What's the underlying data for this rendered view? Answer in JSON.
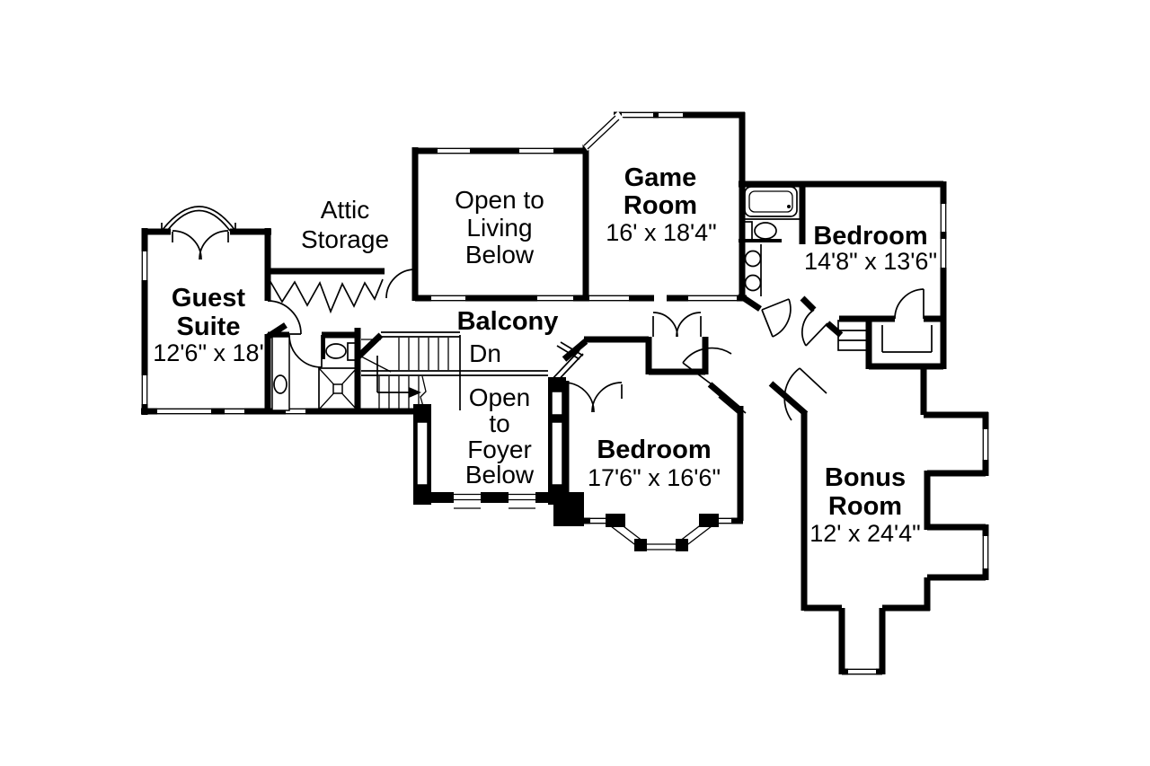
{
  "colors": {
    "wall": "#000000",
    "background": "#ffffff",
    "text": "#000000"
  },
  "plan": {
    "attic_storage": {
      "line1": "Attic",
      "line2": "Storage"
    },
    "open_to_living": {
      "line1": "Open to",
      "line2": "Living",
      "line3": "Below"
    },
    "game_room": {
      "name1": "Game",
      "name2": "Room",
      "dims": "16' x 18'4\""
    },
    "bedroom_upper": {
      "name": "Bedroom",
      "dims": "14'8\" x 13'6\""
    },
    "guest_suite": {
      "name1": "Guest",
      "name2": "Suite",
      "dims": "12'6\" x 18'"
    },
    "balcony": {
      "name": "Balcony"
    },
    "stairs": {
      "direction": "Dn"
    },
    "open_to_foyer": {
      "line1": "Open",
      "line2": "to",
      "line3": "Foyer",
      "line4": "Below"
    },
    "bedroom_lower": {
      "name": "Bedroom",
      "dims": "17'6\" x 16'6\""
    },
    "bonus_room": {
      "name1": "Bonus",
      "name2": "Room",
      "dims": "12' x 24'4\""
    }
  }
}
